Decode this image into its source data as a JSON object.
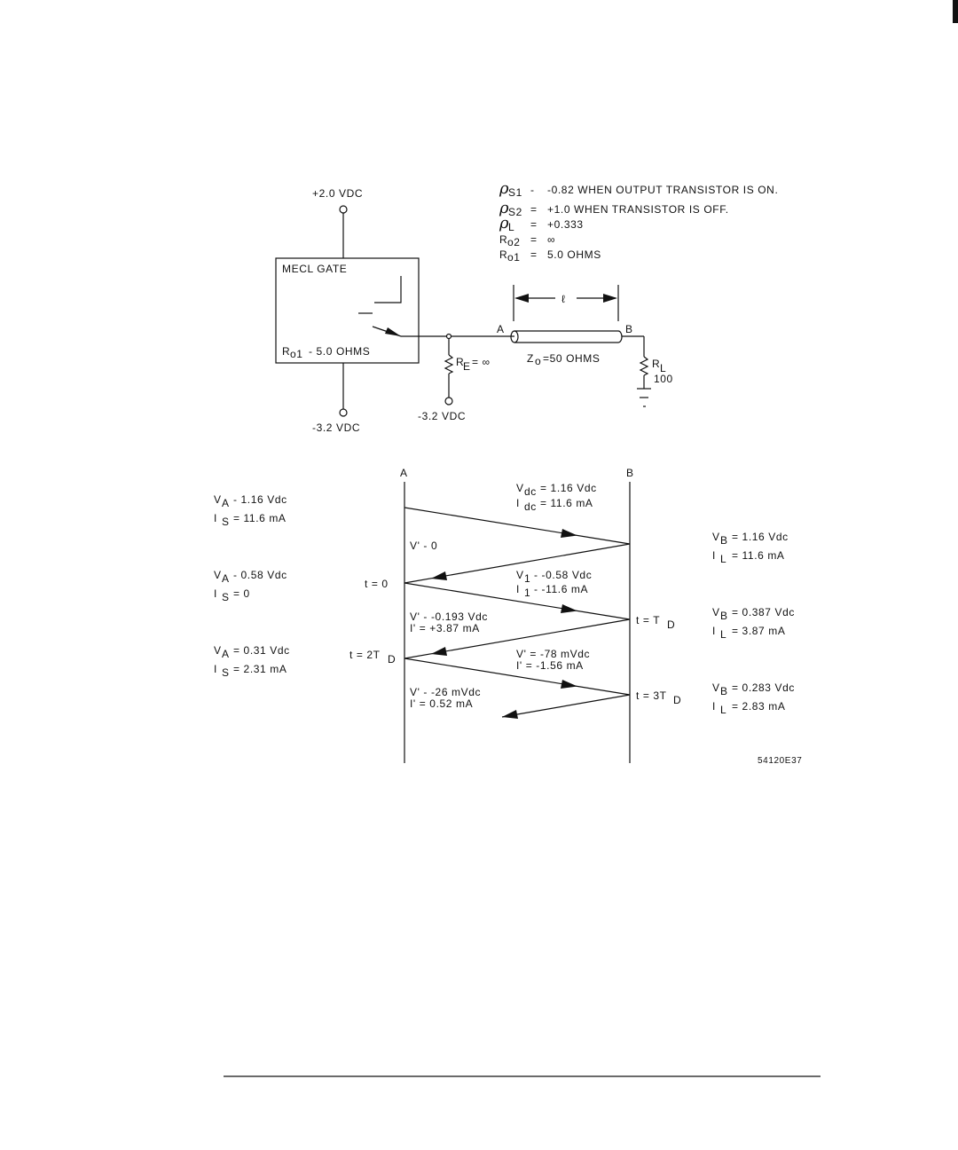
{
  "page": {
    "edge_mark": "",
    "figure_id": "54120E37"
  },
  "circuit": {
    "top_supply": "+2.0 VDC",
    "bottom_supply": "-3.2 VDC",
    "re_supply": "-3.2 VDC",
    "gate_label": "MECL GATE",
    "ro1_prefix": "R",
    "ro1_sub": "o1",
    "ro1_value": "- 5.0 OHMS",
    "re_label_r": "R",
    "re_label_sub": "E",
    "re_value": "= ∞",
    "node_a": "A",
    "node_b": "B",
    "z0_prefix": "Z",
    "z0_sub": "o",
    "z0_value": "=50 OHMS",
    "length_symbol": "ℓ",
    "rl_r": "R",
    "rl_sub": "L",
    "rl_value": "100",
    "legend": [
      {
        "sym": "ρ",
        "sub": "S1",
        "eq": "-",
        "val": "-0.82 WHEN OUTPUT TRANSISTOR IS ON."
      },
      {
        "sym": "ρ",
        "sub": "S2",
        "eq": "=",
        "val": "+1.0 WHEN TRANSISTOR IS OFF."
      },
      {
        "sym": "ρ",
        "sub": "L",
        "eq": "=",
        "val": "+0.333"
      },
      {
        "sym": "R",
        "sub": "o2",
        "eq": "=",
        "val": "∞"
      },
      {
        "sym": "R",
        "sub": "o1",
        "eq": "=",
        "val": "5.0 OHMS"
      }
    ]
  },
  "bounce": {
    "col_a": "A",
    "col_b": "B",
    "left_labels": [
      {
        "v_prefix": "V",
        "v_sub": "A",
        "v_val": "- 1.16 Vdc",
        "i_prefix": "I",
        "i_sub": "S",
        "i_val": "= 11.6 mA"
      },
      {
        "v_prefix": "V",
        "v_sub": "A",
        "v_val": "- 0.58 Vdc",
        "i_prefix": "I",
        "i_sub": "S",
        "i_val": "= 0"
      },
      {
        "v_prefix": "V",
        "v_sub": "A",
        "v_val": "= 0.31 Vdc",
        "i_prefix": "I",
        "i_sub": "S",
        "i_val": "= 2.31 mA"
      }
    ],
    "right_labels": [
      {
        "v_prefix": "V",
        "v_sub": "B",
        "v_val": "= 1.16 Vdc",
        "i_prefix": "I",
        "i_sub": "L",
        "i_val": "= 11.6 mA"
      },
      {
        "v_prefix": "V",
        "v_sub": "B",
        "v_val": "= 0.387 Vdc",
        "i_prefix": "I",
        "i_sub": "L",
        "i_val": "= 3.87 mA"
      },
      {
        "v_prefix": "V",
        "v_sub": "B",
        "v_val": "= 0.283 Vdc",
        "i_prefix": "I",
        "i_sub": "L",
        "i_val": "= 2.83 mA"
      }
    ],
    "time_labels": {
      "t0": "t = 0",
      "td_prefix": "t = T",
      "td_sub": "D",
      "t2_prefix": "t = 2T",
      "t2_sub": "D",
      "t3_prefix": "t = 3T",
      "t3_sub": "D"
    },
    "mid_labels": {
      "vdc_prefix": "V",
      "vdc_sub": "dc",
      "vdc_val": "= 1.16 Vdc",
      "idc_prefix": "I",
      "idc_sub": "dc",
      "idc_val": "= 11.6 mA",
      "vprime0": "V' - 0",
      "v1_prefix": "V",
      "v1_sub": "1",
      "v1_val": "- -0.58 Vdc",
      "i1_prefix": "I",
      "i1_sub": "1",
      "i1_val": "- -11.6 mA",
      "v2": "V' - -0.193 Vdc",
      "i2": "I' = +3.87 mA",
      "v3": "V' = -78 mVdc",
      "i3": "I' = -1.56 mA",
      "v4": "V' - -26 mVdc",
      "i4": "I' = 0.52 mA"
    }
  }
}
